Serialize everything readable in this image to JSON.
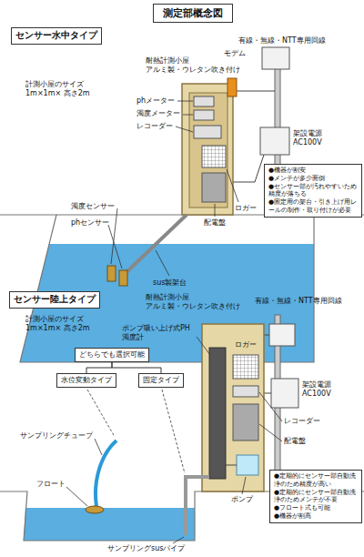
{
  "diagram": {
    "title": "測定部概念図",
    "nodes": [
      {
        "text": [
          "センサー水中タイプ"
        ]
      },
      {
        "text": [
          "●機器が割安",
          "●メンテが多少面倒",
          "●センサー部が汚れやすいため精度が落ちる",
          "●固定用の架台・引き上げ用レールの制作・取り付けが必要"
        ]
      },
      {
        "text": [
          "センサー陸上タイプ"
        ]
      },
      {
        "text": [
          "どちらでも選択可能"
        ]
      },
      {
        "text": [
          "水位変動タイプ"
        ]
      },
      {
        "text": [
          "固定タイプ"
        ]
      },
      {
        "text": [
          "●定期的にセンサー部自動洗浄のため精度が高い",
          "●定期的にセンサー部自動洗浄のためメンテが不要",
          "●フロート式も可能",
          "●機器が割高"
        ]
      }
    ],
    "edges": [
      {
        "from": 3,
        "to": 4,
        "arrow": "none"
      },
      {
        "from": 3,
        "to": 5,
        "arrow": "none"
      }
    ],
    "labels": [
      "耐熱計測小屋 アルミ製・ウレタン吹き付け",
      "計測小屋のサイズ 1m×1m× 高さ2m",
      "モデム",
      "有線・無線・NTT専用回線",
      "phメーター",
      "濁度メーター",
      "レコーダー",
      "架設電源 AC100V",
      "濁度センサー",
      "phセンサー",
      "ロガー",
      "配電盤",
      "sus製架台",
      "耐熱計測小屋 アルミ製・ウレタン吹き付け",
      "有線・無線・NTT専用回線",
      "計測小屋のサイズ 1m×1m× 高さ2m",
      "ポンプ吸い上げ式PH 濁度計",
      "ロガー",
      "架設電源 AC100V",
      "レコーダー",
      "配電盤",
      "サンプリングチューブ",
      "フロート",
      "ポンプ",
      "サンプリングsusパイプ"
    ]
  }
}
